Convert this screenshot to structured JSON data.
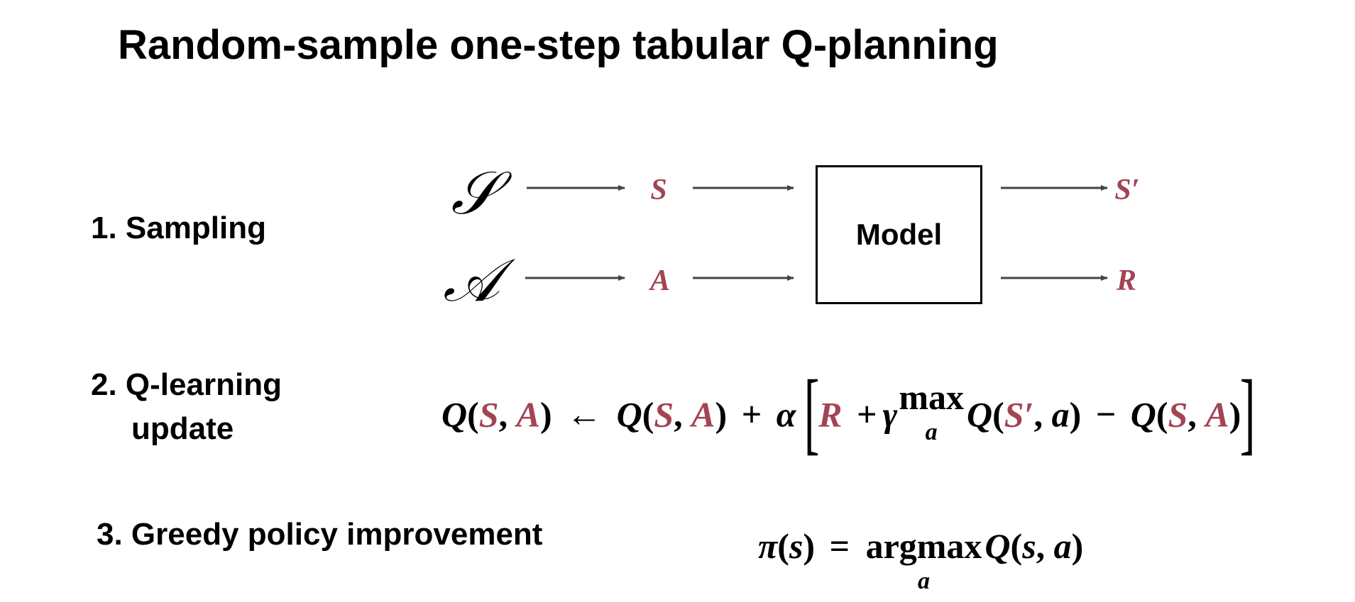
{
  "title": "Random-sample one-step tabular Q-planning",
  "steps": {
    "sampling": "1. Sampling",
    "q_learning_line1": "2. Q-learning",
    "q_learning_line2": "update",
    "greedy": "3. Greedy policy improvement"
  },
  "diagram": {
    "state_space": "𝒮",
    "action_space": "𝒜",
    "state": "S",
    "action": "A",
    "model_label": "Model",
    "next_state": "S′",
    "reward": "R"
  },
  "equations": {
    "q_update": {
      "q": "Q",
      "lparen": "(",
      "rparen": ")",
      "comma": ", ",
      "S": "S",
      "A": "A",
      "arrow": "←",
      "plus": "+",
      "alpha": "α",
      "lbracket": "[",
      "rbracket": "]",
      "R": "R",
      "gamma": "γ",
      "max": "max",
      "max_sub": "a",
      "S_prime": "S′",
      "a": "a",
      "minus": "−"
    },
    "greedy": {
      "pi": "π",
      "s": "s",
      "equals": "=",
      "argmax": "argmax",
      "argmax_sub": "a",
      "q": "Q",
      "a": "a"
    }
  },
  "colors": {
    "accent": "#a24452",
    "text": "#000000",
    "arrow": "#444444"
  }
}
